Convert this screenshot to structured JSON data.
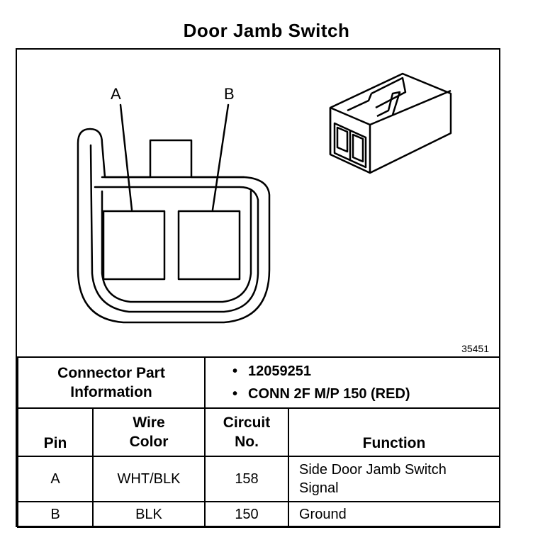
{
  "title": "Door Jamb Switch",
  "figure_id": "35451",
  "diagram": {
    "pin_labels": [
      "A",
      "B"
    ]
  },
  "connector_info": {
    "label_line1": "Connector Part",
    "label_line2": "Information",
    "bullet": "•",
    "values": [
      "12059251",
      "CONN 2F M/P 150 (RED)"
    ]
  },
  "table": {
    "headers": {
      "pin": "Pin",
      "wire_color_line1": "Wire",
      "wire_color_line2": "Color",
      "circuit_line1": "Circuit",
      "circuit_line2": "No.",
      "function": "Function"
    },
    "rows": [
      {
        "pin": "A",
        "wire_color": "WHT/BLK",
        "circuit": "158",
        "function_line1": "Side Door Jamb Switch",
        "function_line2": "Signal"
      },
      {
        "pin": "B",
        "wire_color": "BLK",
        "circuit": "150",
        "function_line1": "Ground",
        "function_line2": ""
      }
    ]
  }
}
